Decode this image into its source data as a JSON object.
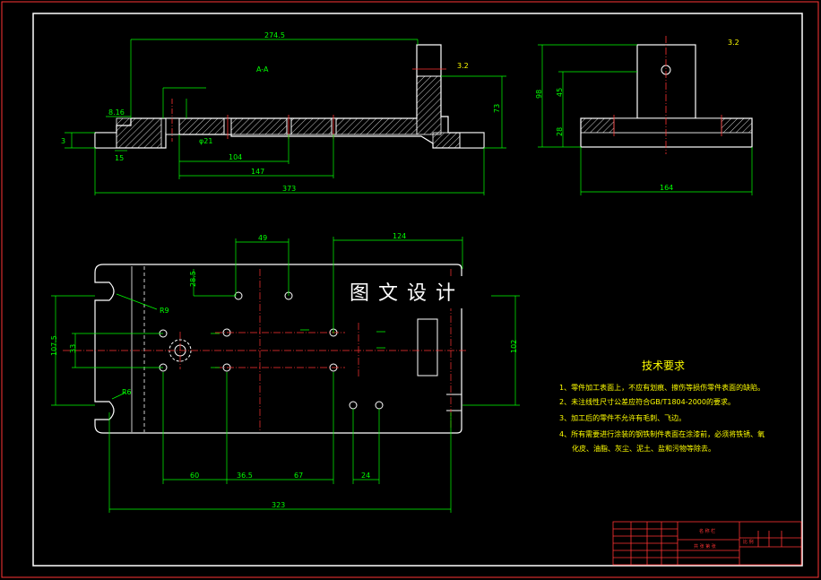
{
  "section_label": "A-A",
  "dimensions": {
    "overall_top": "274.5",
    "left_step": "8.16",
    "left_thk": "3",
    "bottom_15": "15",
    "hole_dia": "φ21",
    "d104": "104",
    "d147": "147",
    "d373": "373",
    "height73": "73",
    "side_98": "98",
    "side_45": "45",
    "side_28": "28",
    "side_164": "164",
    "top_49": "49",
    "top_124": "124",
    "d28_5": "28.5",
    "r9": "R9",
    "r6": "R6",
    "d107_5": "107.5",
    "d33": "33",
    "d102": "102",
    "d60": "60",
    "d36_5": "36.5",
    "d67": "67",
    "d24": "24",
    "d323": "323",
    "roughness": "3.2"
  },
  "watermark": "图文设计",
  "tech_requirements": {
    "title": "技术要求",
    "items": [
      "1、零件加工表面上，不应有划痕、擦伤等损伤零件表面的缺陷。",
      "2、未注线性尺寸公差应符合GB/T1804-2000的要求。",
      "3、加工后的零件不允许有毛刺、飞边。",
      "4、所有需要进行涂装的钢铁制件表面在涂漆前，必须将铁锈、氧",
      "化皮、油脂、灰尘、泥土、盐和污物等除去。"
    ]
  },
  "title_block": {
    "name_label": "名 称 栏",
    "scale_label": "比 例",
    "sub_label": "共 张  第 张"
  },
  "colors": {
    "background": "#000000",
    "outline": "#ffffff",
    "dimension": "#00ff00",
    "notes": "#ffff00",
    "center": "#ff3333",
    "border": "#ff3333"
  }
}
